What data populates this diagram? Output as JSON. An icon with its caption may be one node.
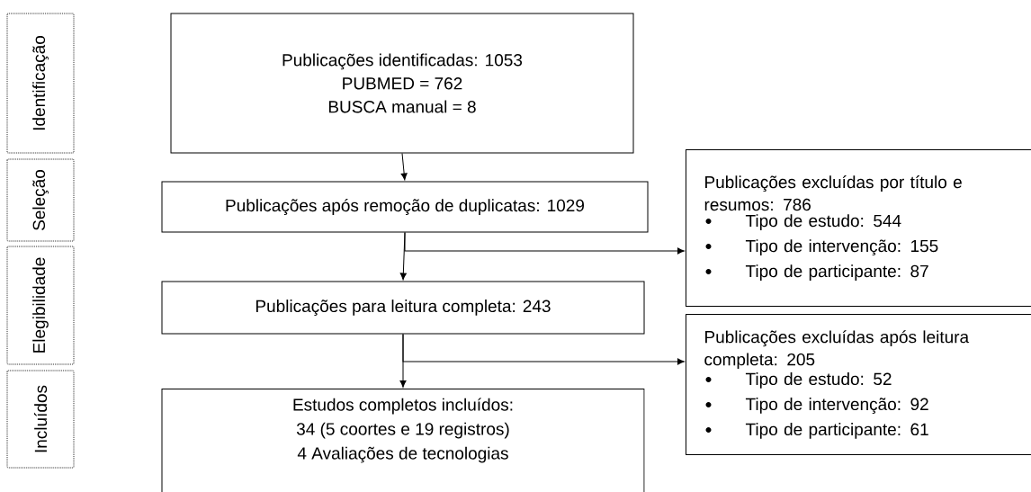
{
  "diagram": {
    "nodes": [
      {
        "text": [
          "Identificação"
        ]
      },
      {
        "text": [
          "Seleção"
        ]
      },
      {
        "text": [
          "Elegibilidade"
        ]
      },
      {
        "text": [
          "Incluídos"
        ]
      },
      {
        "text": [
          "Publicações identificadas: 1053",
          "PUBMED = 762",
          "BUSCA manual = 8"
        ]
      },
      {
        "text": [
          "Publicações após remoção de duplicatas: 1029"
        ]
      },
      {
        "text": [
          "Publicações excluídas por título e resumos: 786",
          "Tipo de estudo: 544",
          "Tipo de intervenção: 155",
          "Tipo de participante: 87"
        ]
      },
      {
        "text": [
          "Publicações para leitura completa: 243"
        ]
      },
      {
        "text": [
          "Publicações excluídas após leitura completa: 205",
          "Tipo de estudo: 52",
          "Tipo de intervenção: 92",
          "Tipo de participante: 61"
        ]
      },
      {
        "text": [
          "Estudos completos incluídos:",
          "34 (5 coortes e 19 registros)",
          "4 Avaliações de tecnologias"
        ]
      }
    ],
    "edges": [
      {
        "from": 4,
        "to": 5,
        "arrow": "to"
      },
      {
        "from": 5,
        "to": 7,
        "arrow": "to"
      },
      {
        "from": 5,
        "to": 6,
        "arrow": "to"
      },
      {
        "from": 7,
        "to": 9,
        "arrow": "to"
      },
      {
        "from": 7,
        "to": 8,
        "arrow": "to"
      }
    ]
  }
}
